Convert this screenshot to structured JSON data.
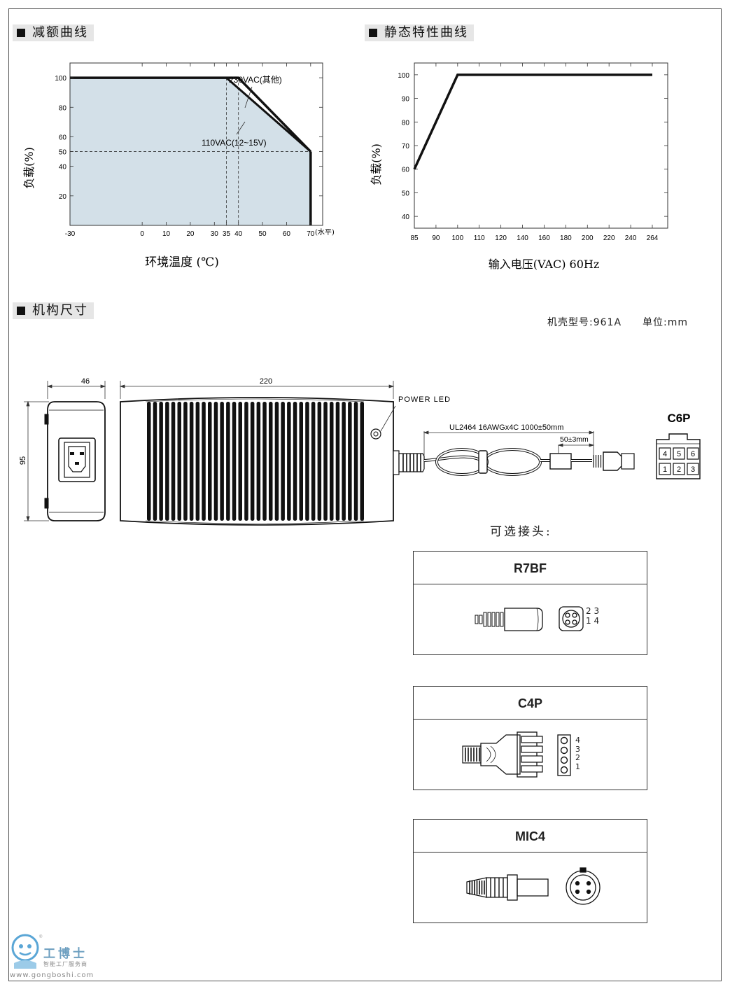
{
  "sections": {
    "derating": "减额曲线",
    "static": "静态特性曲线",
    "mechanical": "机构尺寸"
  },
  "chart_data": [
    {
      "type": "area",
      "xlabel": "环境温度 (℃)",
      "ylabel": "负载(%)",
      "x_unit": "(水平)",
      "xticks": [
        -30,
        0,
        10,
        20,
        30,
        35,
        40,
        50,
        60,
        70
      ],
      "yticks": [
        20,
        40,
        50,
        60,
        80,
        100
      ],
      "xlim": [
        -30,
        75
      ],
      "ylim": [
        0,
        110
      ],
      "series": [
        {
          "name": "230VAC(其他)",
          "x": [
            -30,
            40,
            70
          ],
          "y": [
            100,
            100,
            50
          ]
        },
        {
          "name": "110VAC(12~15V)",
          "x": [
            -30,
            35,
            70
          ],
          "y": [
            100,
            100,
            50
          ]
        }
      ],
      "fill_color": "#d3e0e8",
      "grid": false
    },
    {
      "type": "line",
      "xlabel": "输入电压(VAC) 60Hz",
      "ylabel": "负载(%)",
      "categories": [
        "85",
        "90",
        "100",
        "110",
        "120",
        "140",
        "160",
        "180",
        "200",
        "220",
        "240",
        "264"
      ],
      "yticks": [
        40,
        50,
        60,
        70,
        80,
        90,
        100
      ],
      "ylim": [
        35,
        105
      ],
      "series": [
        {
          "x": [
            "85",
            "100",
            "264"
          ],
          "y": [
            60,
            100,
            100
          ]
        }
      ],
      "grid": false
    }
  ],
  "mechanical": {
    "case_model": "机壳型号:961A",
    "unit": "单位:mm",
    "dim_width": "46",
    "dim_length": "220",
    "dim_height": "95",
    "power_led": "POWER LED",
    "cable": "UL2464 16AWGx4C 1000±50mm",
    "strip": "50±3mm",
    "connector": "C6P",
    "c6p_pins_top": [
      "4",
      "5",
      "6"
    ],
    "c6p_pins_bottom": [
      "1",
      "2",
      "3"
    ]
  },
  "optional": {
    "title": "可选接头:",
    "connectors": [
      {
        "name": "R7BF",
        "pins_row1": "2 3",
        "pins_row2": "1 4"
      },
      {
        "name": "C4P",
        "pins": [
          "4",
          "3",
          "2",
          "1"
        ]
      },
      {
        "name": "MIC4"
      }
    ]
  },
  "watermark": {
    "brand": "工博士",
    "tagline": "智能工厂服务商",
    "url": "www.gongboshi.com",
    "logo_color": "#5aa6d6"
  }
}
